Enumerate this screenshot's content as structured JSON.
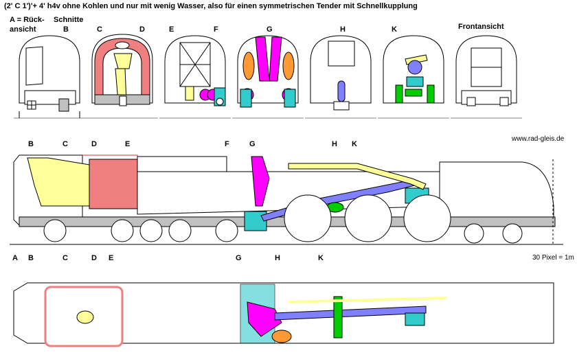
{
  "title": "(2' C 1')'+ 4' h4v   ohne Kohlen und nur mit wenig Wasser, also für einen symmetrischen Tender mit Schnellkupplung",
  "views": {
    "a_label": "A = Rück-ansicht",
    "a_line1": "A = Rück-",
    "a_line2": "ansicht",
    "schnitte": "Schnitte",
    "b": "B",
    "c": "C",
    "d": "D",
    "e": "E",
    "f": "F",
    "g": "G",
    "h": "H",
    "k": "K",
    "front": "Frontansicht"
  },
  "cut_markers_top": [
    "B",
    "C",
    "D",
    "E",
    "F",
    "G",
    "H",
    "K"
  ],
  "cut_markers_bottom": [
    "A",
    "B",
    "C",
    "D",
    "E",
    "G",
    "H",
    "K"
  ],
  "credit": "www.rad-gleis.de",
  "scale_note": "30 Pixel = 1m",
  "colors": {
    "outline": "#000000",
    "coal_yellow": "#ffff99",
    "firebox_pink": "#f08080",
    "brick": "#cc3333",
    "magenta": "#ff00ff",
    "cyan": "#33cccc",
    "lilac": "#8080ff",
    "orange": "#ff9933",
    "green": "#00cc00",
    "grey": "#c0c0c0"
  }
}
